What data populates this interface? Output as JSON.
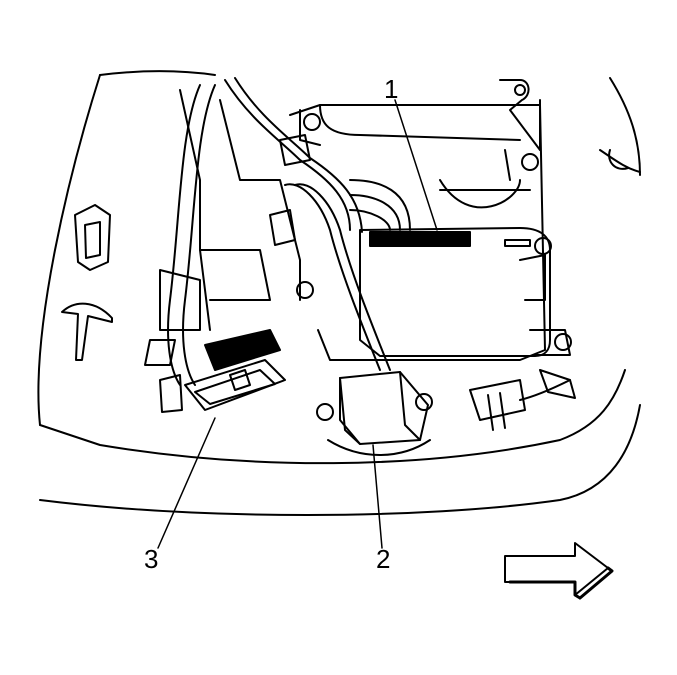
{
  "callouts": {
    "c1": "1",
    "c2": "2",
    "c3": "3"
  },
  "icons": {
    "direction_arrow": "right-arrow-icon"
  },
  "colors": {
    "line": "#000000",
    "fill": "#ffffff",
    "shade": "#000000"
  }
}
